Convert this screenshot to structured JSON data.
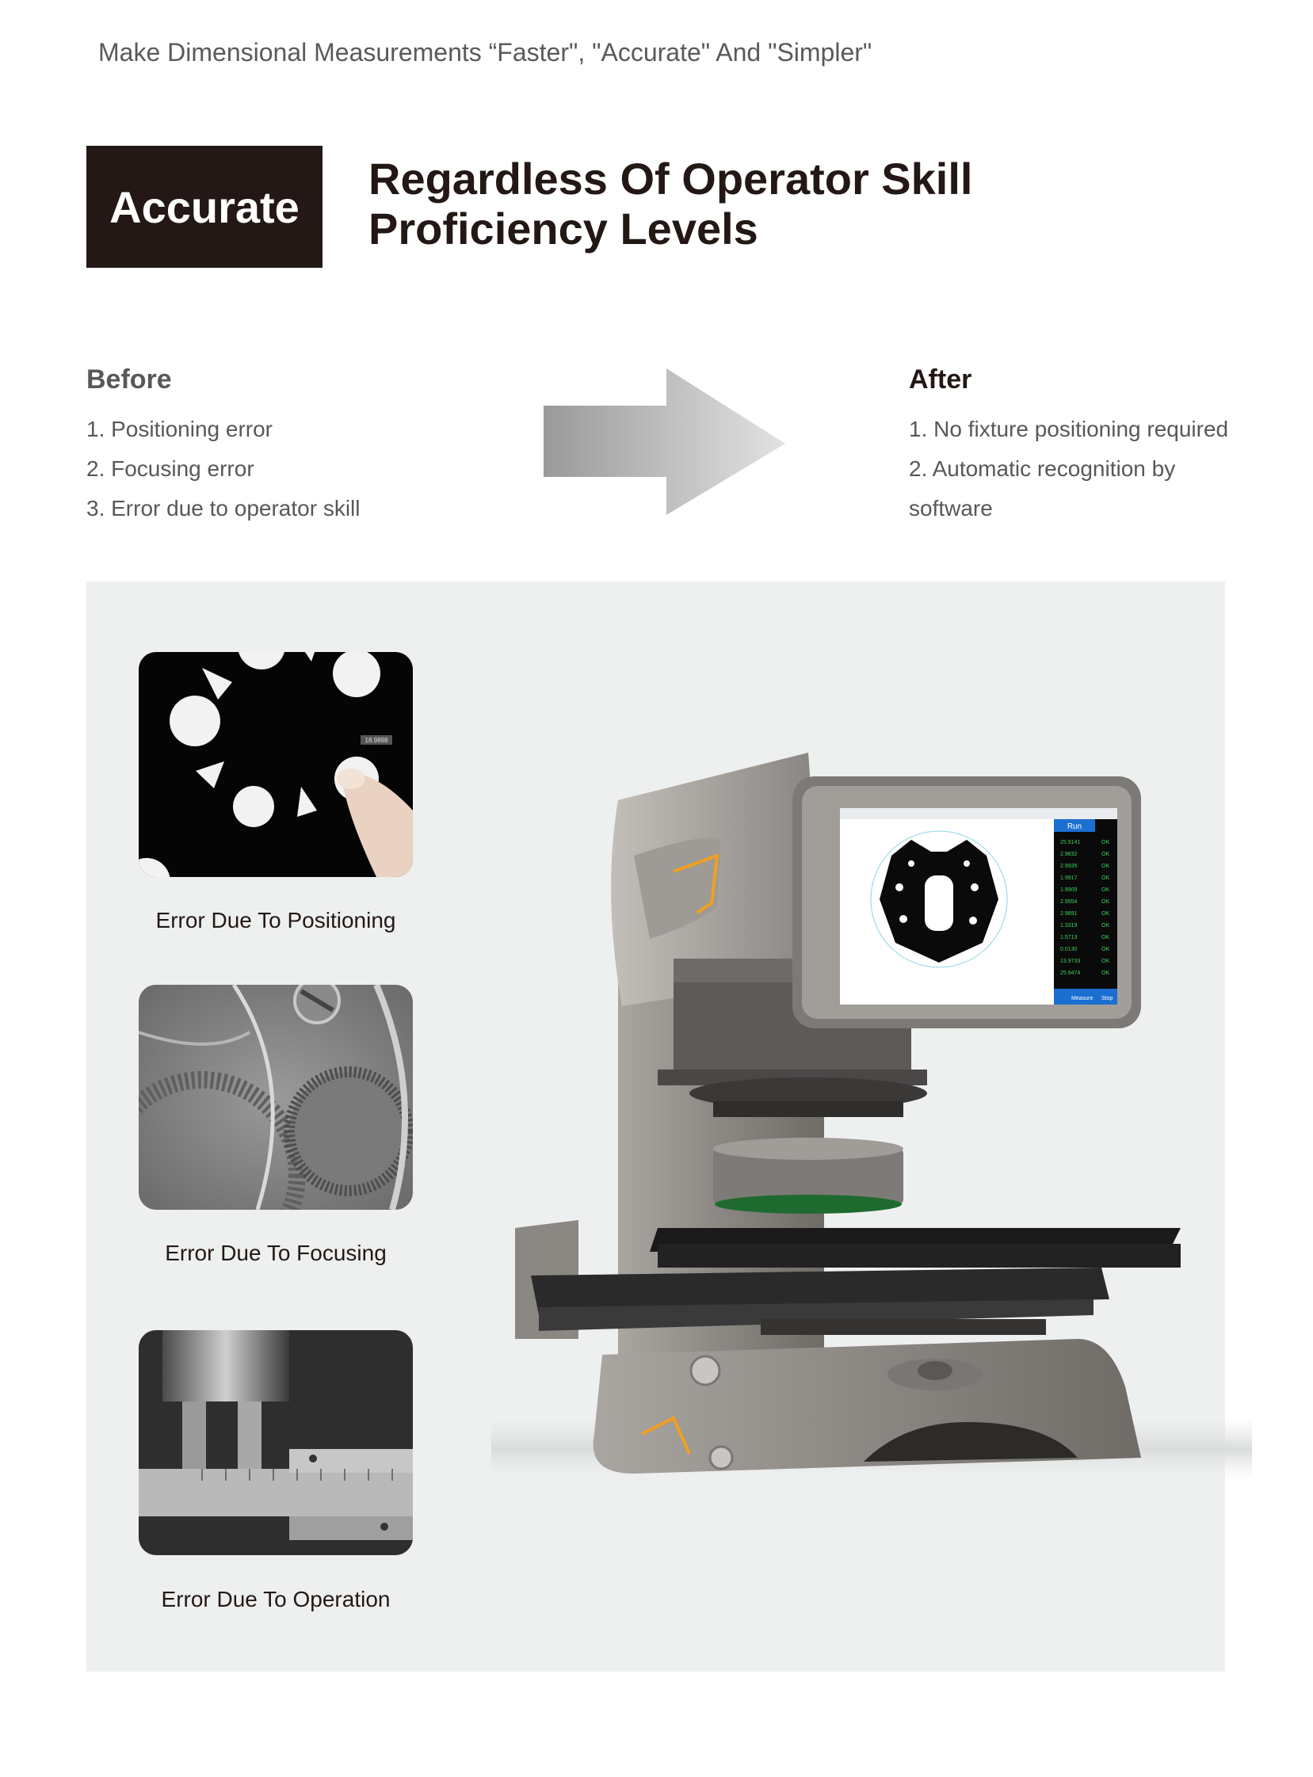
{
  "tagline": "Make Dimensional Measurements “Faster\", \"Accurate\" And \"Simpler\"",
  "badge": "Accurate",
  "headline": {
    "line1": "Regardless Of Operator Skill",
    "line2": "Proficiency Levels"
  },
  "before": {
    "title": "Before",
    "items": [
      "1. Positioning error",
      "2. Focusing error",
      "3. Error due to operator skill"
    ]
  },
  "after": {
    "title": "After",
    "items": [
      "1. No fixture positioning required",
      "2. Automatic recognition by",
      "software"
    ]
  },
  "errors": [
    {
      "caption": "Error Due To Positioning",
      "readout": "18.9898"
    },
    {
      "caption": "Error Due To Focusing"
    },
    {
      "caption": "Error Due To Operation"
    }
  ],
  "screen": {
    "run_label": "Run",
    "measure_label": "Measure",
    "stop_label": "Stop",
    "values": [
      "25.9141",
      "2.9832",
      "2.9935",
      "1.9917",
      "1.9909",
      "2.9954",
      "2.9891",
      "1.3319",
      "1.5713",
      "0.0130",
      "13.9733",
      "25.9474"
    ],
    "status": "OK"
  },
  "colors": {
    "badge_bg": "#231815",
    "panel_bg": "#eef0ef",
    "machine_body": "#8d8a86",
    "accent_orange": "#f0a020",
    "screen_blue": "#1b6fd1"
  },
  "icons": [
    "right-arrow-icon"
  ]
}
